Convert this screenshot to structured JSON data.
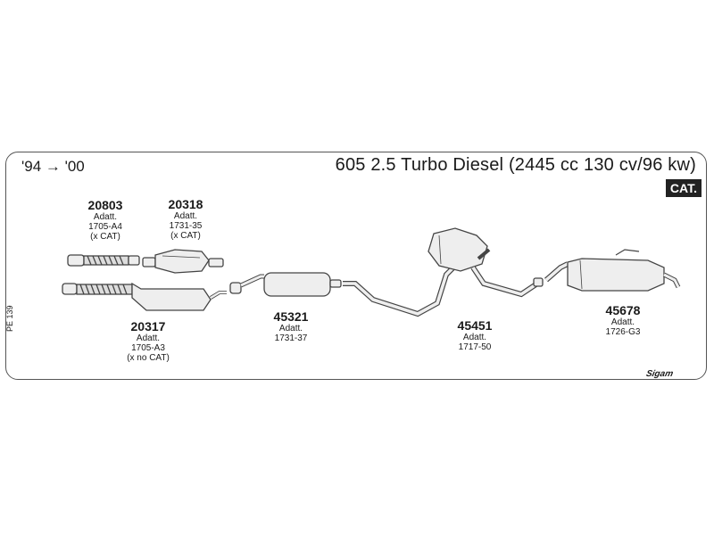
{
  "header": {
    "years": "'94 → '00",
    "title": "605 2.5 Turbo Diesel (2445 cc 130 cv/96 kw)",
    "badge": "CAT."
  },
  "side_code": "PE 139",
  "brand": "Sigam",
  "parts": [
    {
      "number": "20803",
      "lines": [
        "Adatt.",
        "1705-A4",
        "(x CAT)"
      ]
    },
    {
      "number": "20318",
      "lines": [
        "Adatt.",
        "1731-35",
        "(x CAT)"
      ]
    },
    {
      "number": "20317",
      "lines": [
        "Adatt.",
        "1705-A3",
        "(x no CAT)"
      ]
    },
    {
      "number": "45321",
      "lines": [
        "Adatt.",
        "1731-37"
      ]
    },
    {
      "number": "45451",
      "lines": [
        "Adatt.",
        "1717-50"
      ]
    },
    {
      "number": "45678",
      "lines": [
        "Adatt.",
        "1726-G3"
      ]
    }
  ],
  "colors": {
    "outline": "#444444",
    "part_fill": "#eeeeee",
    "shade": "#bbbbbb"
  }
}
